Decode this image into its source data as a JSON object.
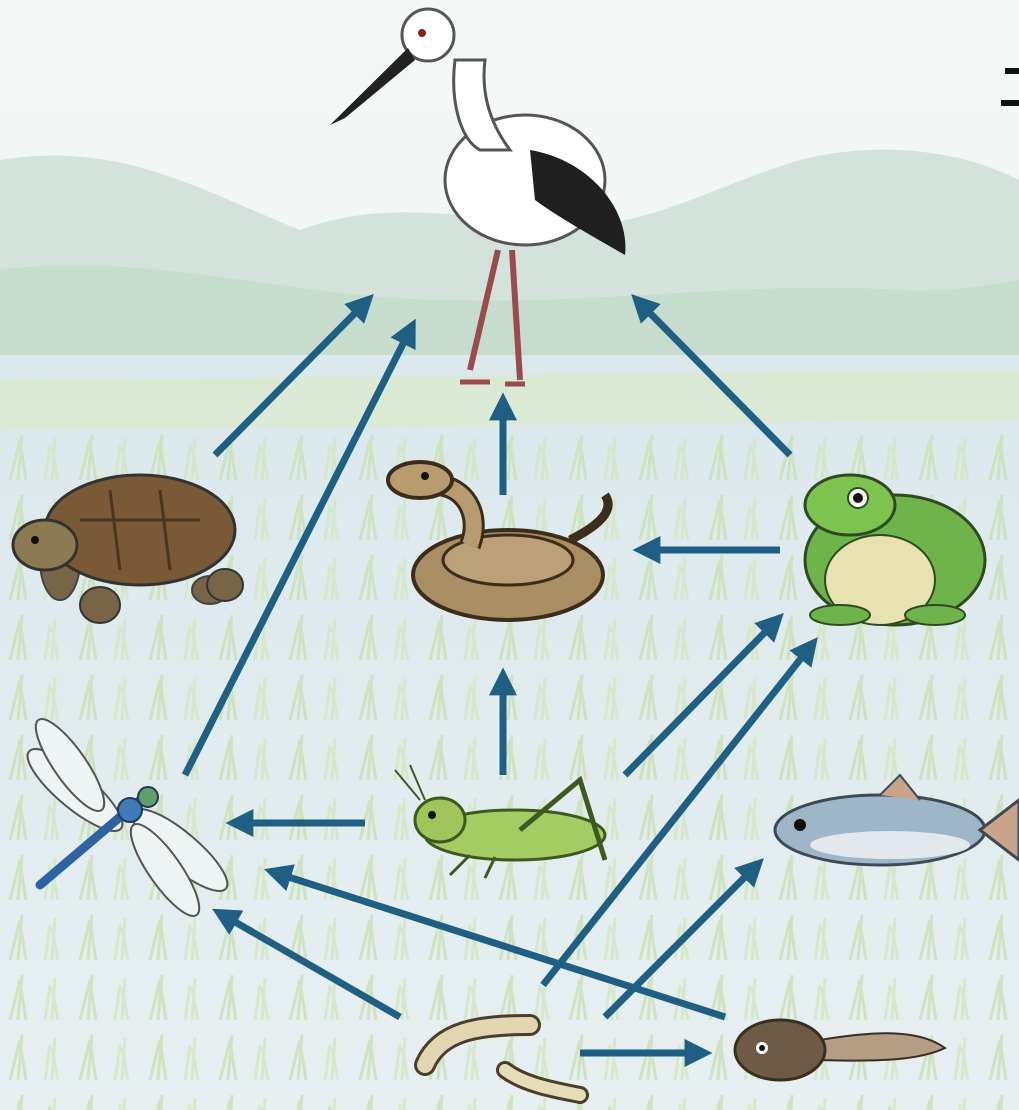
{
  "diagram": {
    "type": "food-web",
    "arrow_color": "#1f5f84",
    "organisms": [
      {
        "id": "stork",
        "icon": "stork-icon"
      },
      {
        "id": "turtle",
        "icon": "turtle-icon"
      },
      {
        "id": "snake",
        "icon": "snake-icon"
      },
      {
        "id": "frog",
        "icon": "frog-icon"
      },
      {
        "id": "dragonfly",
        "icon": "dragonfly-icon"
      },
      {
        "id": "grasshopper",
        "icon": "grasshopper-icon"
      },
      {
        "id": "fish",
        "icon": "fish-icon"
      },
      {
        "id": "larvae",
        "icon": "larvae-icon"
      },
      {
        "id": "tadpole",
        "icon": "tadpole-icon"
      }
    ],
    "links": [
      {
        "from": "turtle",
        "to": "stork"
      },
      {
        "from": "dragonfly",
        "to": "stork"
      },
      {
        "from": "snake",
        "to": "stork"
      },
      {
        "from": "frog",
        "to": "stork"
      },
      {
        "from": "frog",
        "to": "snake"
      },
      {
        "from": "grasshopper",
        "to": "snake"
      },
      {
        "from": "grasshopper",
        "to": "frog"
      },
      {
        "from": "grasshopper",
        "to": "dragonfly"
      },
      {
        "from": "larvae",
        "to": "frog"
      },
      {
        "from": "larvae",
        "to": "fish"
      },
      {
        "from": "larvae",
        "to": "dragonfly"
      },
      {
        "from": "larvae",
        "to": "tadpole"
      },
      {
        "from": "tadpole",
        "to": "dragonfly"
      }
    ]
  }
}
